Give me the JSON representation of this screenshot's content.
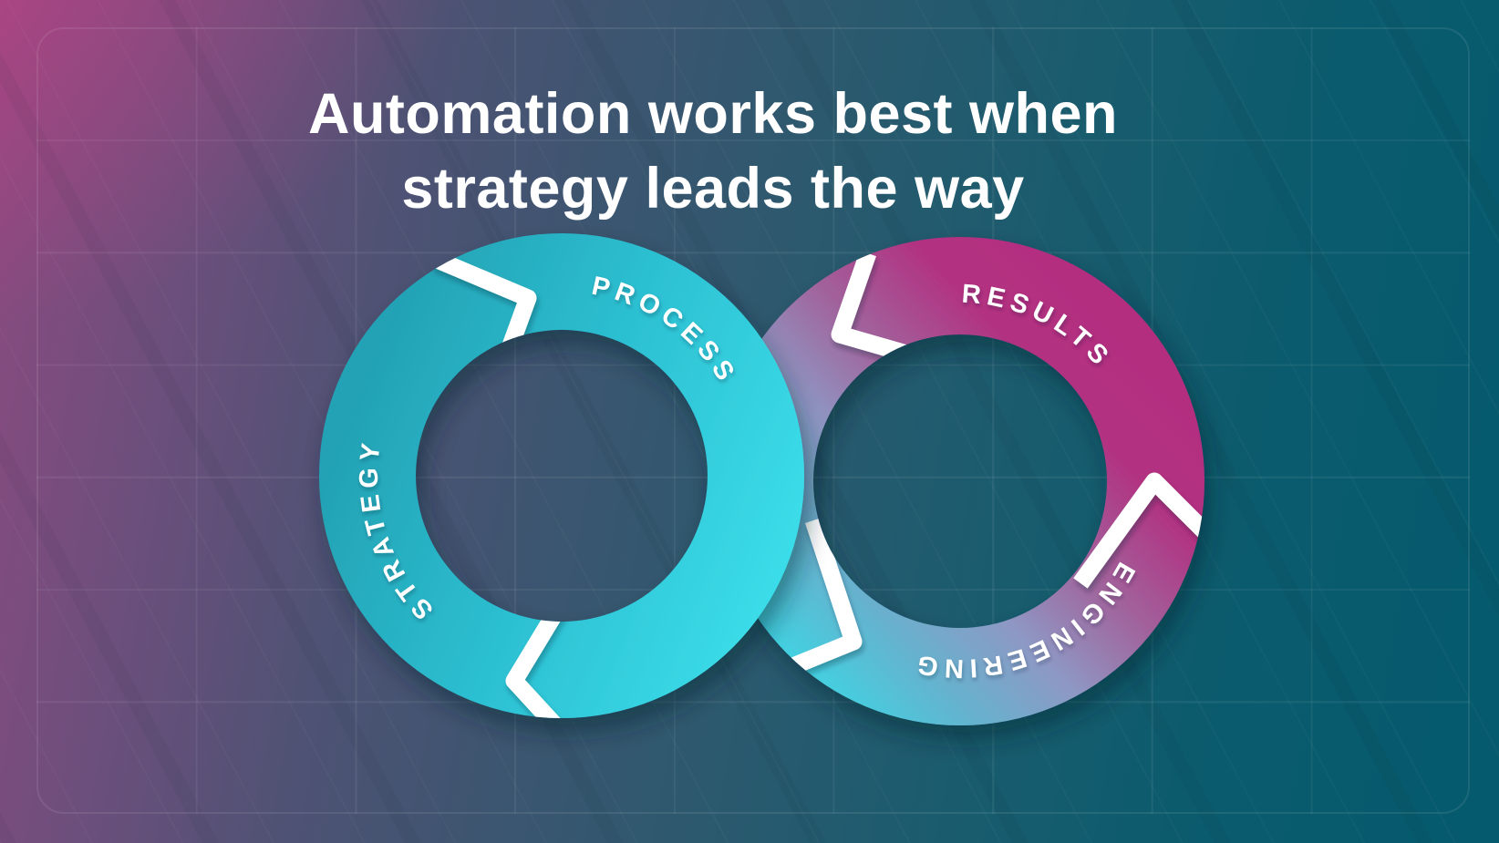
{
  "title": {
    "line1": "Automation works best when",
    "line2": "strategy leads the way"
  },
  "diagram": {
    "type": "infinity-loop",
    "stages": [
      {
        "label": "STRATEGY",
        "ring": "left"
      },
      {
        "label": "PROCESS",
        "ring": "left"
      },
      {
        "label": "RESULTS",
        "ring": "right"
      },
      {
        "label": "ENGINEERING",
        "ring": "right"
      }
    ],
    "icons": [
      {
        "name": "chevron-flow-left-top-icon",
        "direction": "clockwise"
      },
      {
        "name": "chevron-flow-left-bottom-icon",
        "direction": "clockwise"
      },
      {
        "name": "chevron-flow-right-top-icon",
        "direction": "counterclockwise"
      },
      {
        "name": "chevron-flow-right-side-icon",
        "direction": "counterclockwise"
      },
      {
        "name": "chevron-flow-right-bottom-icon",
        "direction": "counterclockwise"
      }
    ],
    "colors": {
      "left_ring_start": "#23a2b4",
      "left_ring_end": "#3bdce9",
      "right_ring_magenta": "#b42e80",
      "right_ring_lavender": "#8e98c4",
      "right_ring_cyan": "#41d2e2",
      "chevron": "#ffffff",
      "label_text": "#ffffff"
    }
  },
  "background": {
    "gradient_pink": "#b14580",
    "gradient_slate": "#3d5570",
    "gradient_teal": "#055a6d",
    "grid_line": "rgba(255,255,255,0.07)"
  }
}
